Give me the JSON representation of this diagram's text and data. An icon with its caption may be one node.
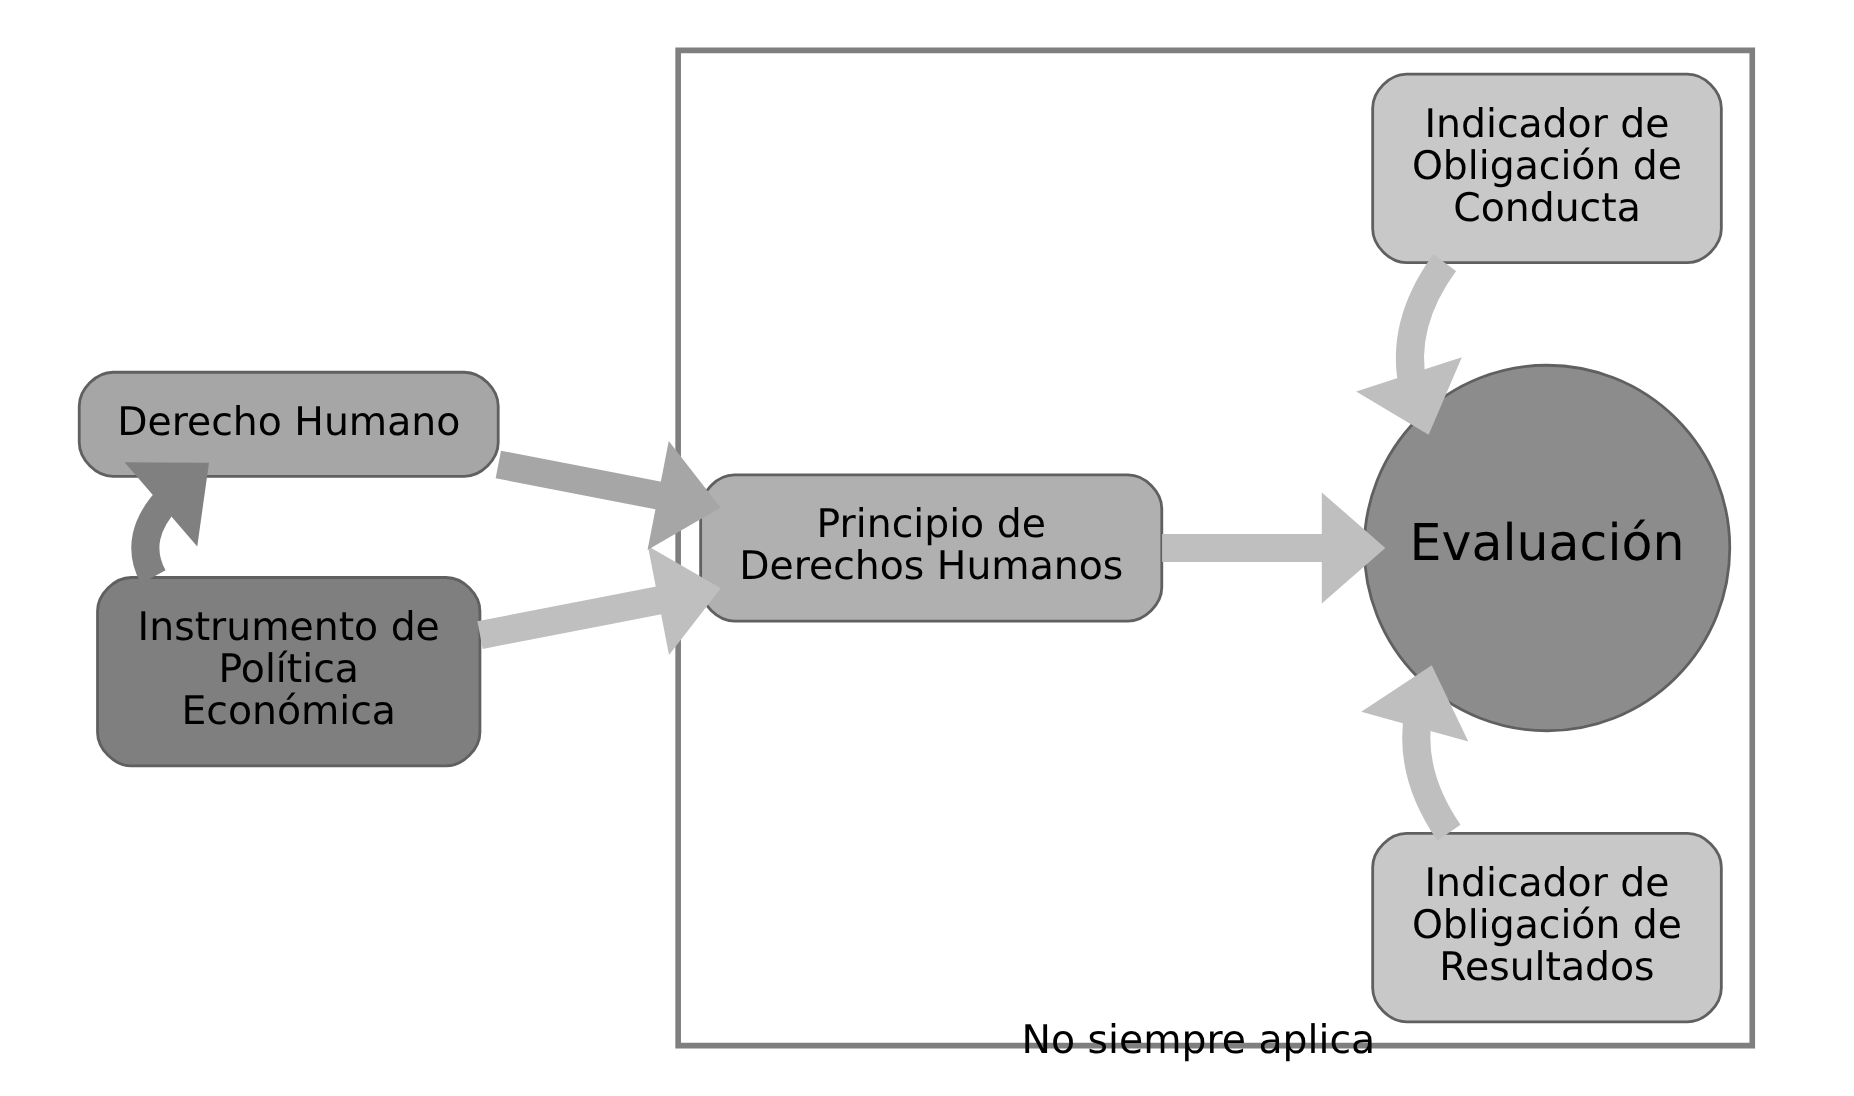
{
  "diagram": {
    "nodes": [
      {
        "text": [
          "Instrumento de Política Económica"
        ]
      },
      {
        "text": [
          "Derecho Humano"
        ]
      },
      {
        "text": [],
        "shape": "box"
      },
      {
        "text": [
          "Principio de Derechos Humanos"
        ],
        "in": 2
      },
      {
        "text": [
          "Indicador de Obligación de Conducta"
        ],
        "in": 2
      },
      {
        "text": [
          "Evaluación"
        ],
        "in": 2
      },
      {
        "text": [
          "Indicador de Obligación de Resultados"
        ],
        "in": 2,
        "beside": [
          "No siempre aplica"
        ]
      }
    ],
    "edges": [
      {
        "from": 0,
        "to": 1,
        "arrow": "to",
        "color": "#808080"
      },
      {
        "from": 0,
        "to": 3,
        "arrow": "to"
      },
      {
        "from": 1,
        "to": 3,
        "arrow": "to",
        "color": "#a6a6a6"
      },
      {
        "from": 3,
        "to": 5,
        "arrow": "to"
      },
      {
        "from": 4,
        "to": 5,
        "arrow": "to"
      },
      {
        "from": 6,
        "to": 5,
        "arrow": "to"
      }
    ]
  }
}
